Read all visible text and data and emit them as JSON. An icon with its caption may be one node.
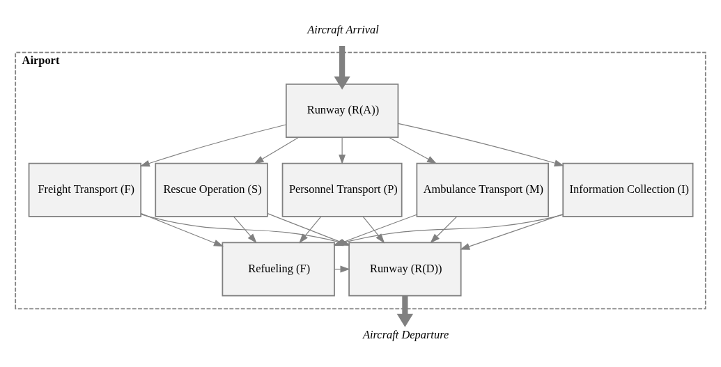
{
  "diagram": {
    "nodes": [
      {
        "text": [
          "Aircraft Arrival"
        ]
      },
      {
        "text": [
          "Airport"
        ]
      },
      {
        "text": [
          "Runway (R(A))"
        ],
        "in": 1
      },
      {
        "text": [
          "Personnel Transport (P)"
        ],
        "in": 1
      },
      {
        "text": [
          "Ambulance Transport (M)"
        ],
        "in": 1
      },
      {
        "text": [
          "Information Collection (I)"
        ],
        "in": 1
      },
      {
        "text": [
          "Freight Transport (F)"
        ],
        "in": 1
      },
      {
        "text": [
          "Rescue Operation (S)"
        ],
        "in": 1
      },
      {
        "text": [
          "Refueling (F)"
        ],
        "in": 1
      },
      {
        "text": [
          "Runway (R(D))"
        ],
        "in": 1
      },
      {
        "text": [
          "Aircraft Departure"
        ]
      }
    ],
    "edges": [
      {
        "from": 0,
        "to": 2,
        "arrow": "to",
        "style": "thick"
      },
      {
        "from": 2,
        "to": 3,
        "arrow": "to"
      },
      {
        "from": 2,
        "to": 4,
        "arrow": "to"
      },
      {
        "from": 2,
        "to": 5,
        "arrow": "to"
      },
      {
        "from": 2,
        "to": 6,
        "arrow": "to"
      },
      {
        "from": 2,
        "to": 7,
        "arrow": "to"
      },
      {
        "from": 3,
        "to": 8,
        "arrow": "to"
      },
      {
        "from": 3,
        "to": 9,
        "arrow": "to"
      },
      {
        "from": 4,
        "to": 8,
        "arrow": "to"
      },
      {
        "from": 4,
        "to": 9,
        "arrow": "to"
      },
      {
        "from": 5,
        "to": 8,
        "arrow": "to"
      },
      {
        "from": 5,
        "to": 9,
        "arrow": "to"
      },
      {
        "from": 6,
        "to": 8,
        "arrow": "to"
      },
      {
        "from": 6,
        "to": 9,
        "arrow": "to"
      },
      {
        "from": 7,
        "to": 8,
        "arrow": "to"
      },
      {
        "from": 7,
        "to": 9,
        "arrow": "to"
      },
      {
        "from": 8,
        "to": 9,
        "arrow": "to"
      },
      {
        "from": 9,
        "to": 10,
        "arrow": "to",
        "style": "thick"
      }
    ]
  }
}
